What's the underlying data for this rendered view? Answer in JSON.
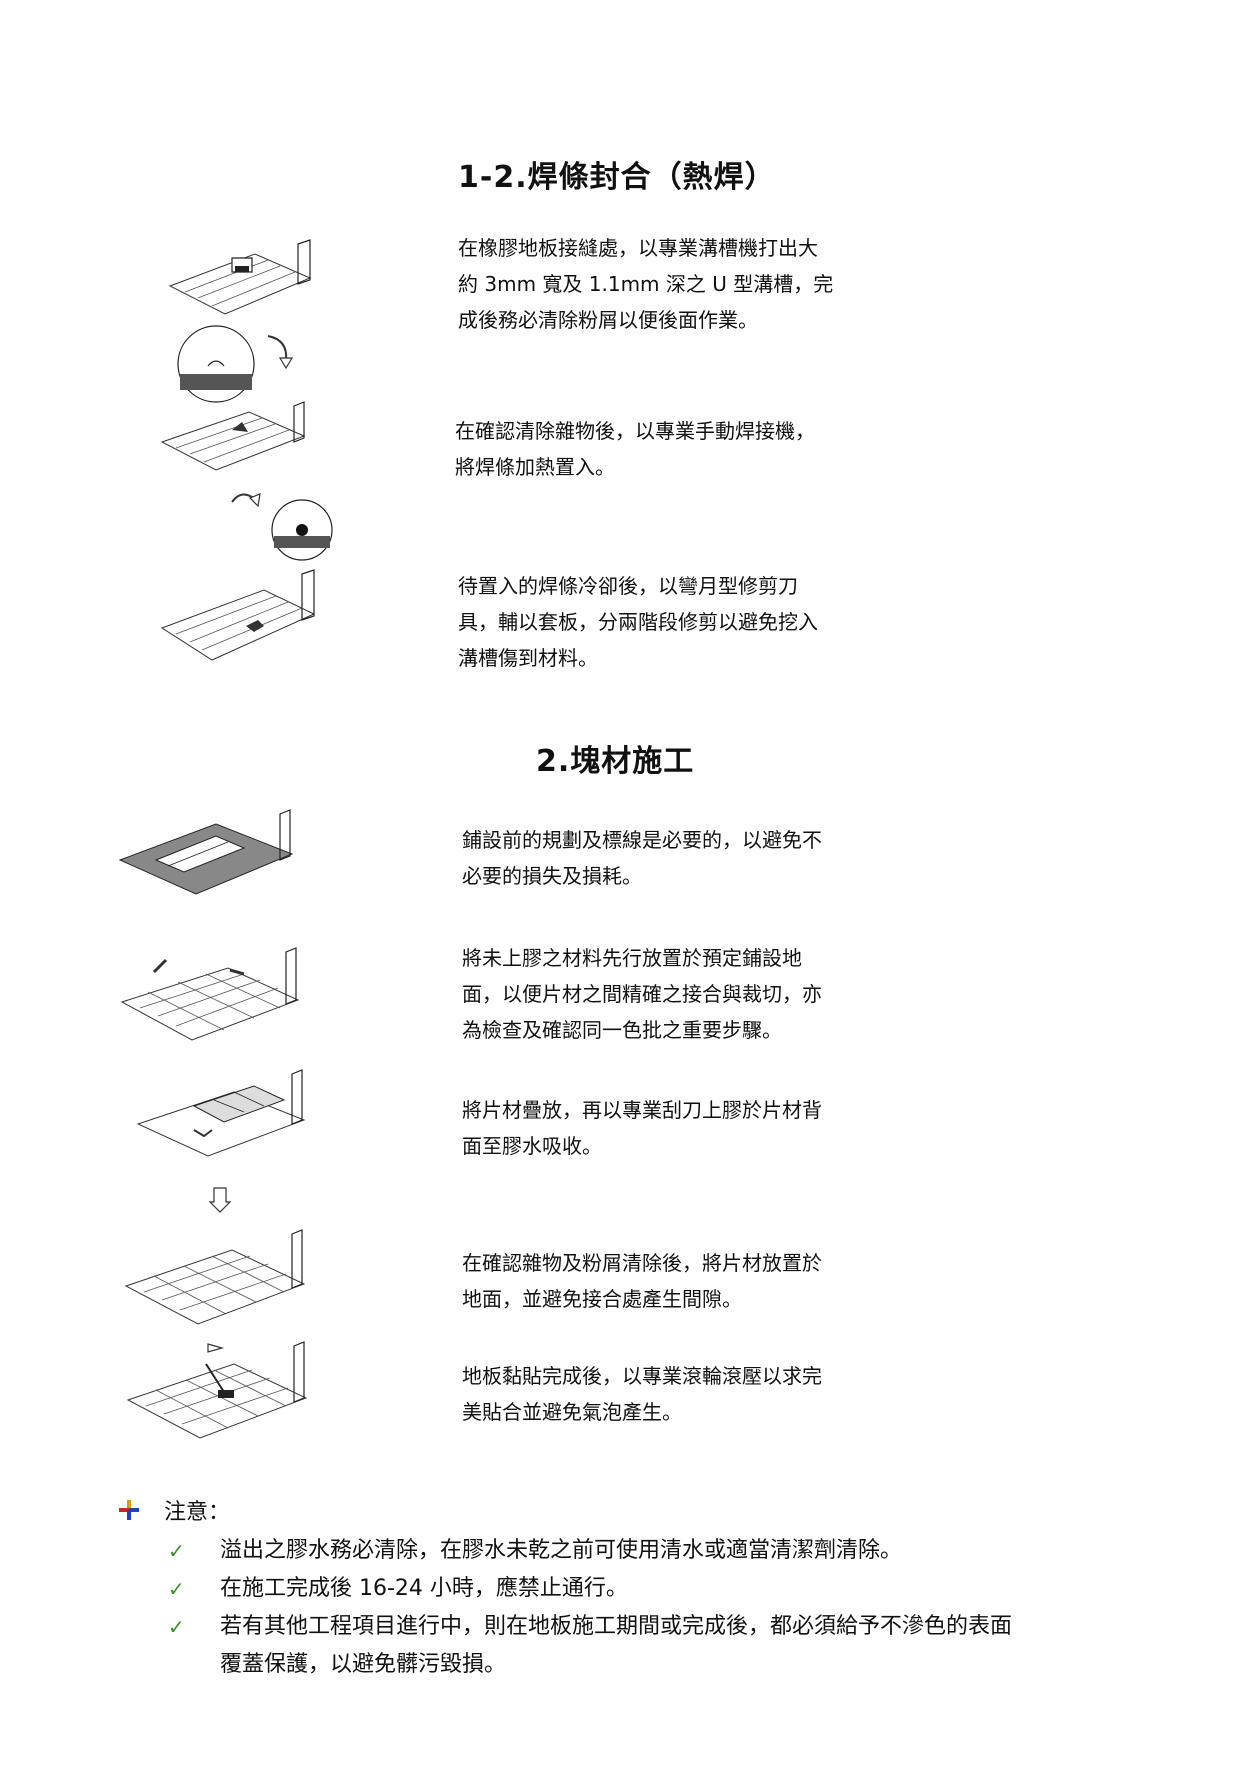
{
  "section1": {
    "title": "1-2.焊條封合（熱焊）",
    "steps": [
      {
        "lines": [
          "在橡膠地板接縫處，以專業溝槽機打出大",
          "約 3mm 寬及 1.1mm 深之 U 型溝槽，完",
          "成後務必清除粉屑以便後面作業。"
        ]
      },
      {
        "lines": [
          "在確認清除雜物後，以專業手動焊接機，",
          "將焊條加熱置入。"
        ]
      },
      {
        "lines": [
          "待置入的焊條冷卻後，以彎月型修剪刀",
          "具，輔以套板，分兩階段修剪以避免挖入",
          "溝槽傷到材料。"
        ]
      }
    ]
  },
  "section2": {
    "title": "2.塊材施工",
    "steps": [
      {
        "lines": [
          "鋪設前的規劃及標線是必要的，以避免不",
          "必要的損失及損耗。"
        ]
      },
      {
        "lines": [
          "將未上膠之材料先行放置於預定鋪設地",
          "面，以便片材之間精確之接合與裁切，亦",
          "為檢查及確認同一色批之重要步驟。"
        ]
      },
      {
        "lines": [
          "將片材疊放，再以專業刮刀上膠於片材背",
          "面至膠水吸收。"
        ]
      },
      {
        "lines": [
          "在確認雜物及粉屑清除後，將片材放置於",
          "地面，並避免接合處產生間隙。"
        ]
      },
      {
        "lines": [
          "地板黏貼完成後，以專業滾輪滾壓以求完",
          "美貼合並避免氣泡產生。"
        ]
      }
    ]
  },
  "notes": {
    "heading": "注意：",
    "check_glyph": "✓",
    "items": [
      {
        "lines": [
          "溢出之膠水務必清除，在膠水未乾之前可使用清水或適當清潔劑清除。"
        ]
      },
      {
        "lines": [
          "在施工完成後 16-24 小時，應禁止通行。"
        ]
      },
      {
        "lines": [
          "若有其他工程項目進行中，則在地板施工期間或完成後，都必須給予不滲色的表面",
          "覆蓋保護，以避免髒污毀損。"
        ]
      }
    ]
  },
  "colors": {
    "check": "#3a8f2a",
    "bullet_red": "#d02020",
    "bullet_blue": "#2040c0",
    "bullet_gold": "#d8a000"
  }
}
